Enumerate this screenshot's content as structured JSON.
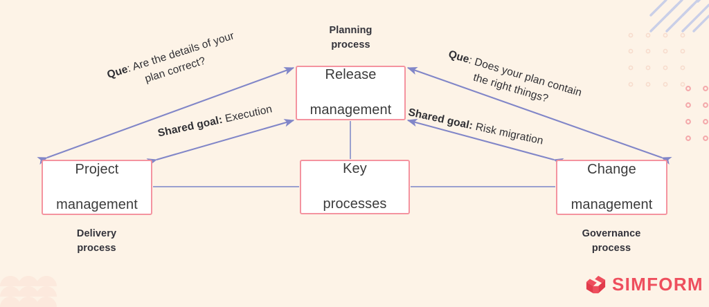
{
  "theme": {
    "background": "#fdf3e7",
    "box_border": "#f4939f",
    "box_fill": "#ffffff",
    "arrow": "#8186c8",
    "connector": "#9aa0cf",
    "text": "#3b3b3b",
    "caption_text": "#32323a",
    "brand": "#ee4e5d",
    "deco_dot_faint": "#f9e0d4",
    "deco_dot_strong": "#f6b7b8",
    "deco_hatch": "#c9cfe8",
    "deco_arch": "#fce9dd"
  },
  "diagram": {
    "nodes": [
      {
        "id": "release",
        "line1": "Release",
        "line2": "management"
      },
      {
        "id": "project",
        "line1": "Project",
        "line2": "management"
      },
      {
        "id": "key",
        "line1": "Key",
        "line2": "processes"
      },
      {
        "id": "change",
        "line1": "Change",
        "line2": "management"
      }
    ],
    "captions": [
      {
        "id": "planning",
        "line1": "Planning",
        "line2": "process"
      },
      {
        "id": "delivery",
        "line1": "Delivery",
        "line2": "process"
      },
      {
        "id": "governance",
        "line1": "Governance",
        "line2": "process"
      }
    ],
    "edge_labels": [
      {
        "id": "que-left",
        "prefix": "Que",
        "line1": ": Are the details of your",
        "line2": "plan correct?"
      },
      {
        "id": "goal-left",
        "prefix": "Shared goal:",
        "line1": " Execution",
        "line2": ""
      },
      {
        "id": "que-right",
        "prefix": "Que",
        "line1": ": Does your plan contain",
        "line2": "the right things?"
      },
      {
        "id": "goal-right",
        "prefix": "Shared goal:",
        "line1": " Risk migration",
        "line2": ""
      }
    ]
  },
  "brand": {
    "name": "SIMFORM",
    "logo_icon": "simform-s-mark-icon"
  }
}
